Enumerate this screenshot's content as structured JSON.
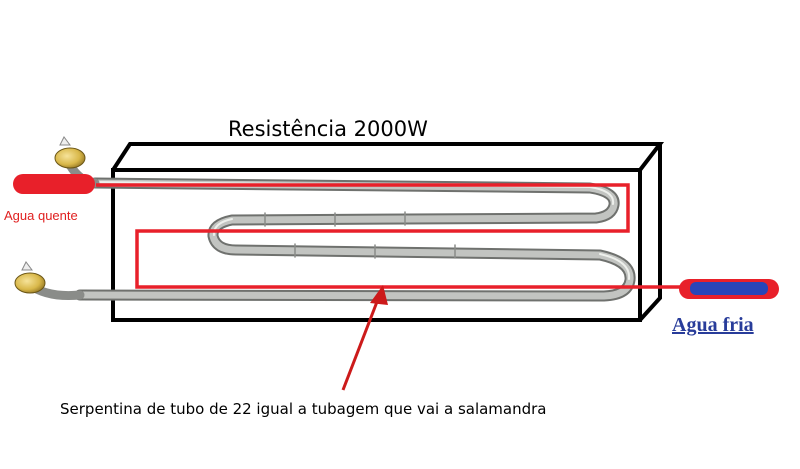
{
  "diagram": {
    "title": "Resistência 2000W",
    "hot_water_label": "Agua quente",
    "cold_water_label": "Agua fria",
    "caption": "Serpentina de tubo de 22 igual a tubagem  que vai a salamandra"
  },
  "colors": {
    "outline": "#000000",
    "pipe_path": "#e8202a",
    "pipe_ends": "#e8202a",
    "cold_pipe": "#2845b8",
    "heating_element": "#b9bbb8",
    "arrow": "#cc1a1a",
    "cold_label": "#283c9a"
  },
  "icons": {
    "terminals": "brass-terminal-icon",
    "arrow": "arrow-up-icon"
  }
}
